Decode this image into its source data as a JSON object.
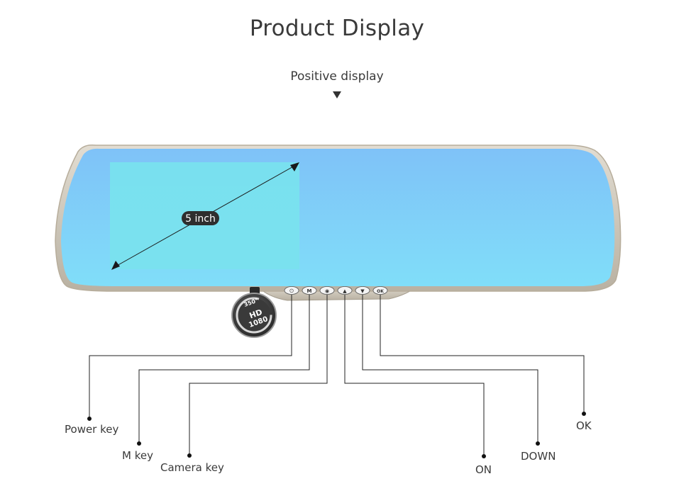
{
  "title": "Product Display",
  "view_label": "Positive display",
  "screen_badge": "5 inch",
  "camera": {
    "angle": "350°",
    "hd": "HD",
    "resolution": "1080"
  },
  "buttons": [
    {
      "glyph": "⏻",
      "callout": "Power key"
    },
    {
      "glyph": "M",
      "callout": "M key"
    },
    {
      "glyph": "◉",
      "callout": "Camera key"
    },
    {
      "glyph": "▲",
      "callout": "ON"
    },
    {
      "glyph": "▼",
      "callout": "DOWN"
    },
    {
      "glyph": "OK",
      "callout": "OK"
    }
  ],
  "colors": {
    "mirror_top": "#7fc4f8",
    "mirror_bottom": "#7fdcfa",
    "screen": "#79e2ee",
    "frame": "#c9c2b4",
    "line": "#222222"
  }
}
